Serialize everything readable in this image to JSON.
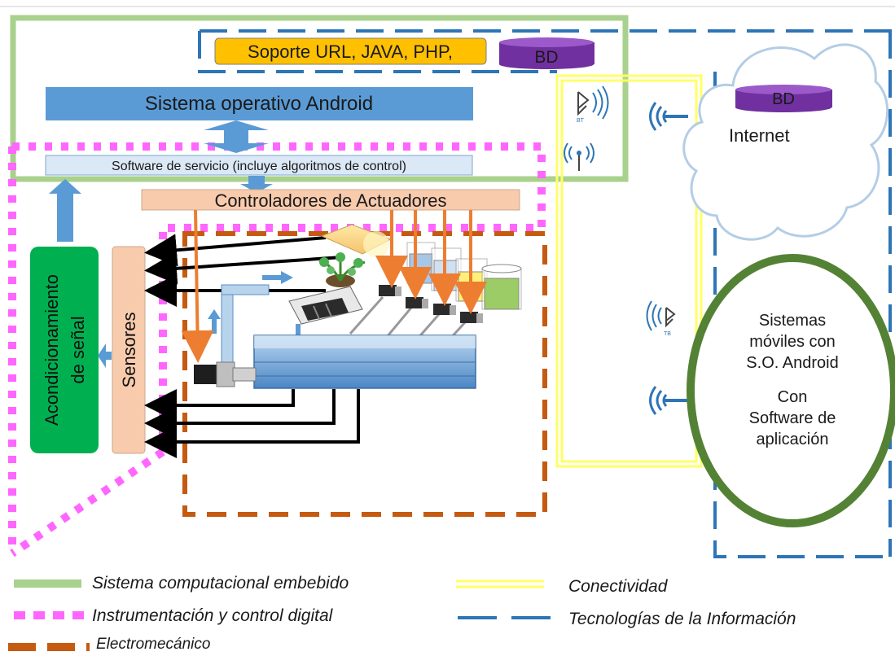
{
  "labels": {
    "soporte": "Soporte URL, JAVA, PHP,",
    "bd_top": "BD",
    "bd_cloud": "BD",
    "internet": "Internet",
    "sistema_operativo": "Sistema operativo Android",
    "software_servicio": "Software de servicio (incluye algoritmos de control)",
    "controladores": "Controladores de Actuadores",
    "sensores": "Sensores",
    "acondicionamiento_1": "Acondicionamiento",
    "acondicionamiento_2": "de señal",
    "moviles_1": "Sistemas",
    "moviles_2": "móviles con",
    "moviles_3": "S.O. Android",
    "moviles_4": "Con",
    "moviles_5": "Software de",
    "moviles_6": "aplicación"
  },
  "legend": {
    "embebido": "Sistema computacional embebido",
    "instrumentacion": "Instrumentación y control digital",
    "electromecanico": "Electromecánico",
    "conectividad": "Conectividad",
    "tecnologias": "Tecnologías de la Información"
  },
  "colors": {
    "embebido": "#a9d18e",
    "instrumentacion": "#ff66ff",
    "electromecanico": "#c55a11",
    "conectividad": "#ffff66",
    "tecnologias": "#2e75b6",
    "block_blue": "#5b9bd5",
    "peach": "#f8cbad",
    "green_block": "#00b050",
    "orange_arrow": "#ed7d31",
    "purple_db": "#7030a0",
    "ellipse": "#548235",
    "soporte_fill": "#ffc000"
  },
  "icons": [
    "bluetooth-icon",
    "wifi-antenna-icon",
    "wireless-signal-icon",
    "cloud-icon",
    "database-icon"
  ]
}
